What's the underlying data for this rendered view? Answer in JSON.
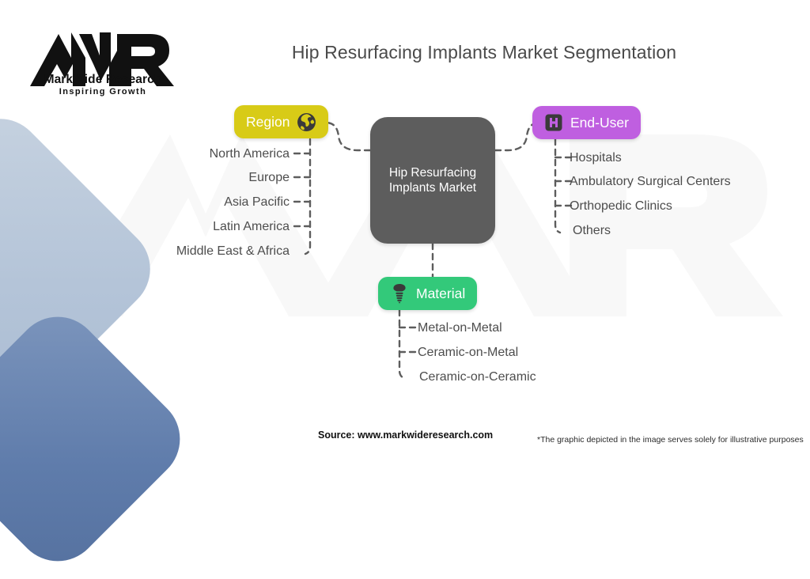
{
  "brand": {
    "logo_mark": "MWR",
    "name": "MarkWide Research",
    "tagline": "Inspiring Growth",
    "watermark_text": "MWR"
  },
  "header": {
    "title": "Hip Resurfacing Implants Market Segmentation"
  },
  "diagram": {
    "center": {
      "label": "Hip Resurfacing Implants Market",
      "color": "#5d5d5d"
    },
    "branches": [
      {
        "id": "region",
        "label": "Region",
        "icon": "globe-icon",
        "color": "#d8cb17",
        "icon_side": "right",
        "items": [
          "North America",
          "Europe",
          "Asia Pacific",
          "Latin America",
          "Middle East & Africa"
        ]
      },
      {
        "id": "end-user",
        "label": "End-User",
        "icon": "hospital-icon",
        "color": "#bf5fe0",
        "icon_side": "left",
        "items": [
          "Hospitals",
          "Ambulatory Surgical Centers",
          "Orthopedic Clinics",
          "Others"
        ]
      },
      {
        "id": "material",
        "label": "Material",
        "icon": "implant-icon",
        "color": "#33c97a",
        "icon_side": "left",
        "items": [
          "Metal-on-Metal",
          "Ceramic-on-Metal",
          "Ceramic-on-Ceramic"
        ]
      }
    ]
  },
  "footer": {
    "source": "Source: www.markwideresearch.com",
    "disclaimer": "*The graphic depicted in the image serves solely for illustrative purposes"
  }
}
